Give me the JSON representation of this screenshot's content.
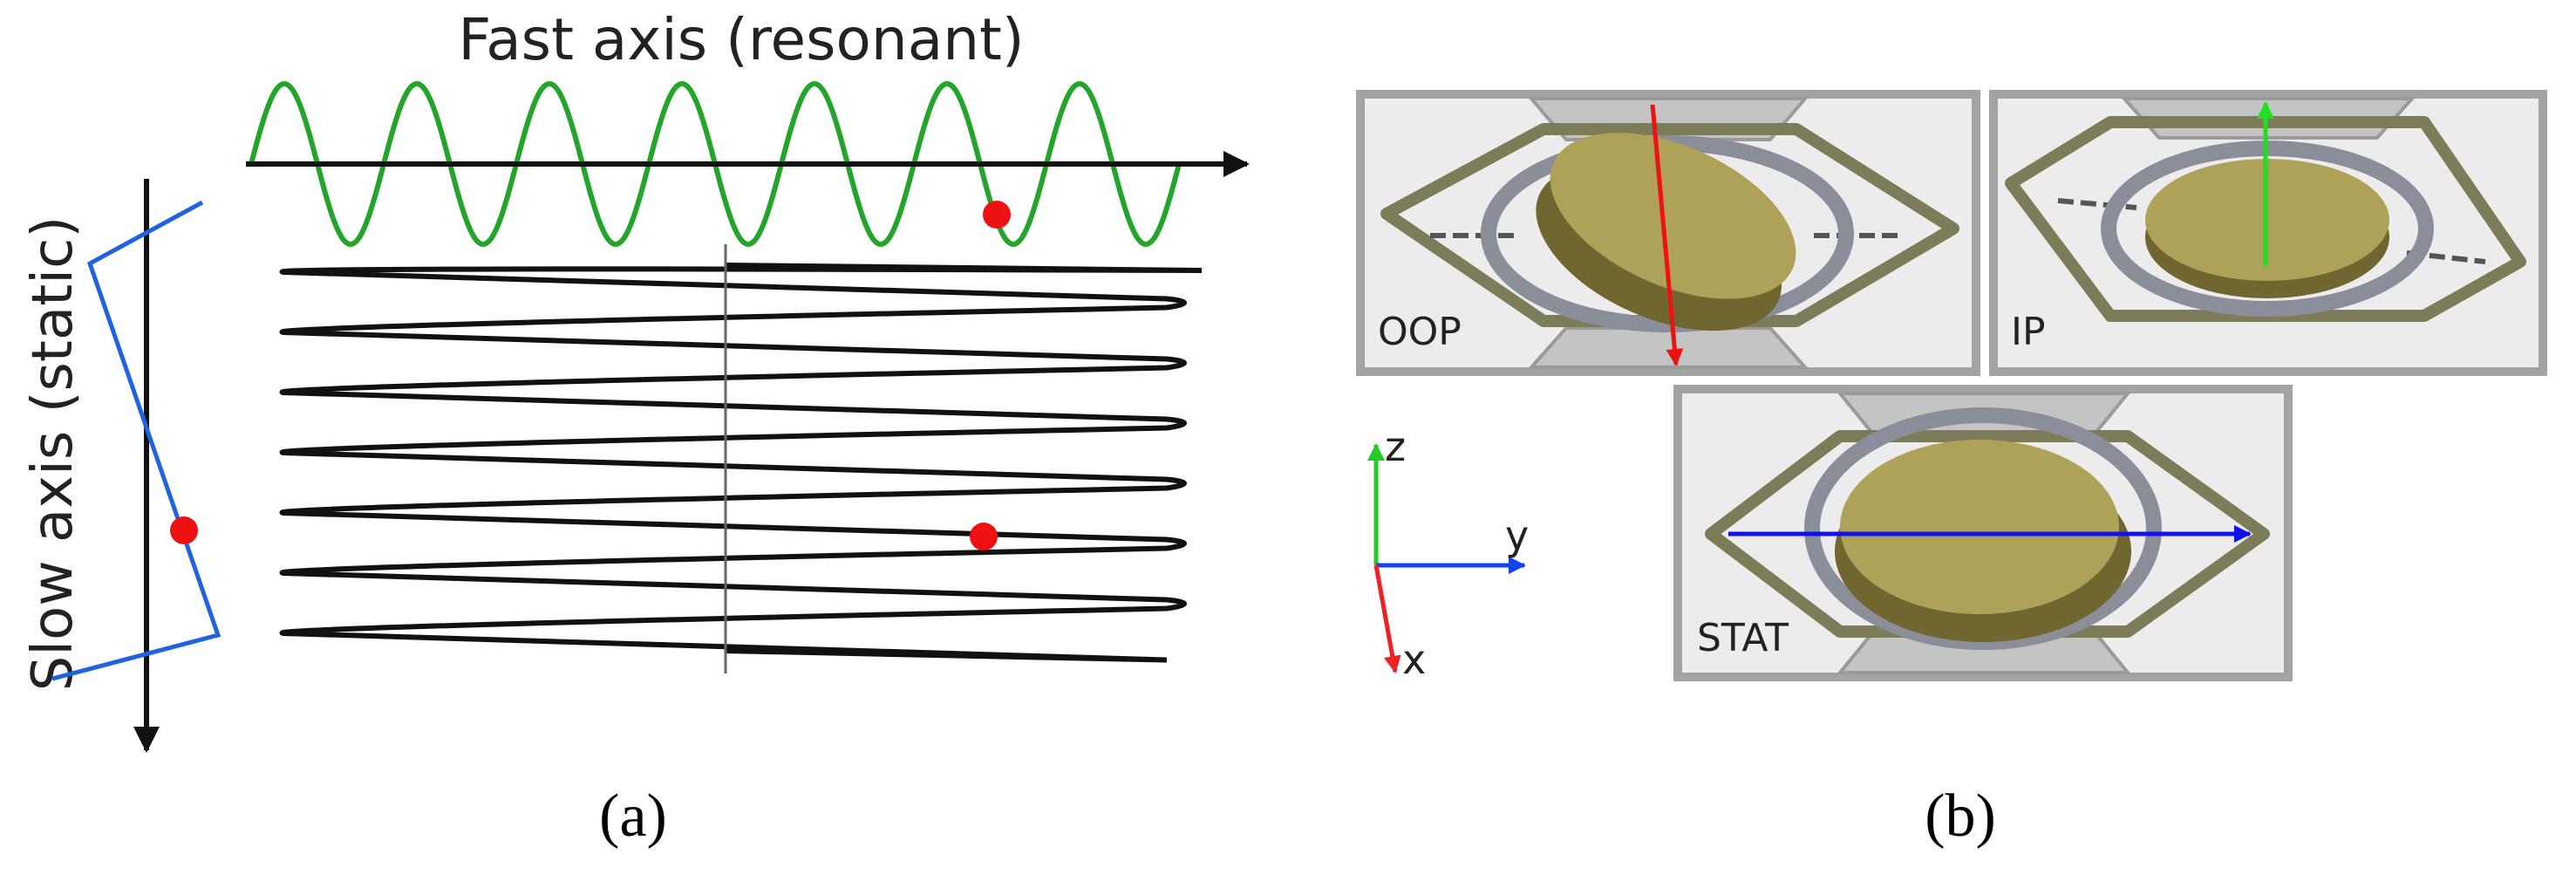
{
  "panel_a": {
    "fast_axis_label": "Fast axis (resonant)",
    "slow_axis_label": "Slow axis (static)",
    "caption": "(a)",
    "colors": {
      "fast_wave": "#22a52a",
      "slow_wave": "#1f63e0",
      "raster": "#111111",
      "marker": "#ee1111",
      "axis": "#111111"
    }
  },
  "panel_b": {
    "caption": "(b)",
    "modes": [
      {
        "label": "OOP",
        "arrow_color": "#ee1111"
      },
      {
        "label": "IP",
        "arrow_color": "#22dd22"
      },
      {
        "label": "STAT",
        "arrow_color": "#1111ee"
      }
    ],
    "triad": {
      "z_label": "z",
      "y_label": "y",
      "x_label": "x",
      "z_color": "#22cc22",
      "y_color": "#1144ee",
      "x_color": "#ee2222"
    },
    "colors": {
      "frame": "#9b9b9b",
      "ring": "#8a8e98",
      "arm": "#7c7c58",
      "mirror_top": "#aea158",
      "mirror_side": "#6f6630"
    }
  }
}
